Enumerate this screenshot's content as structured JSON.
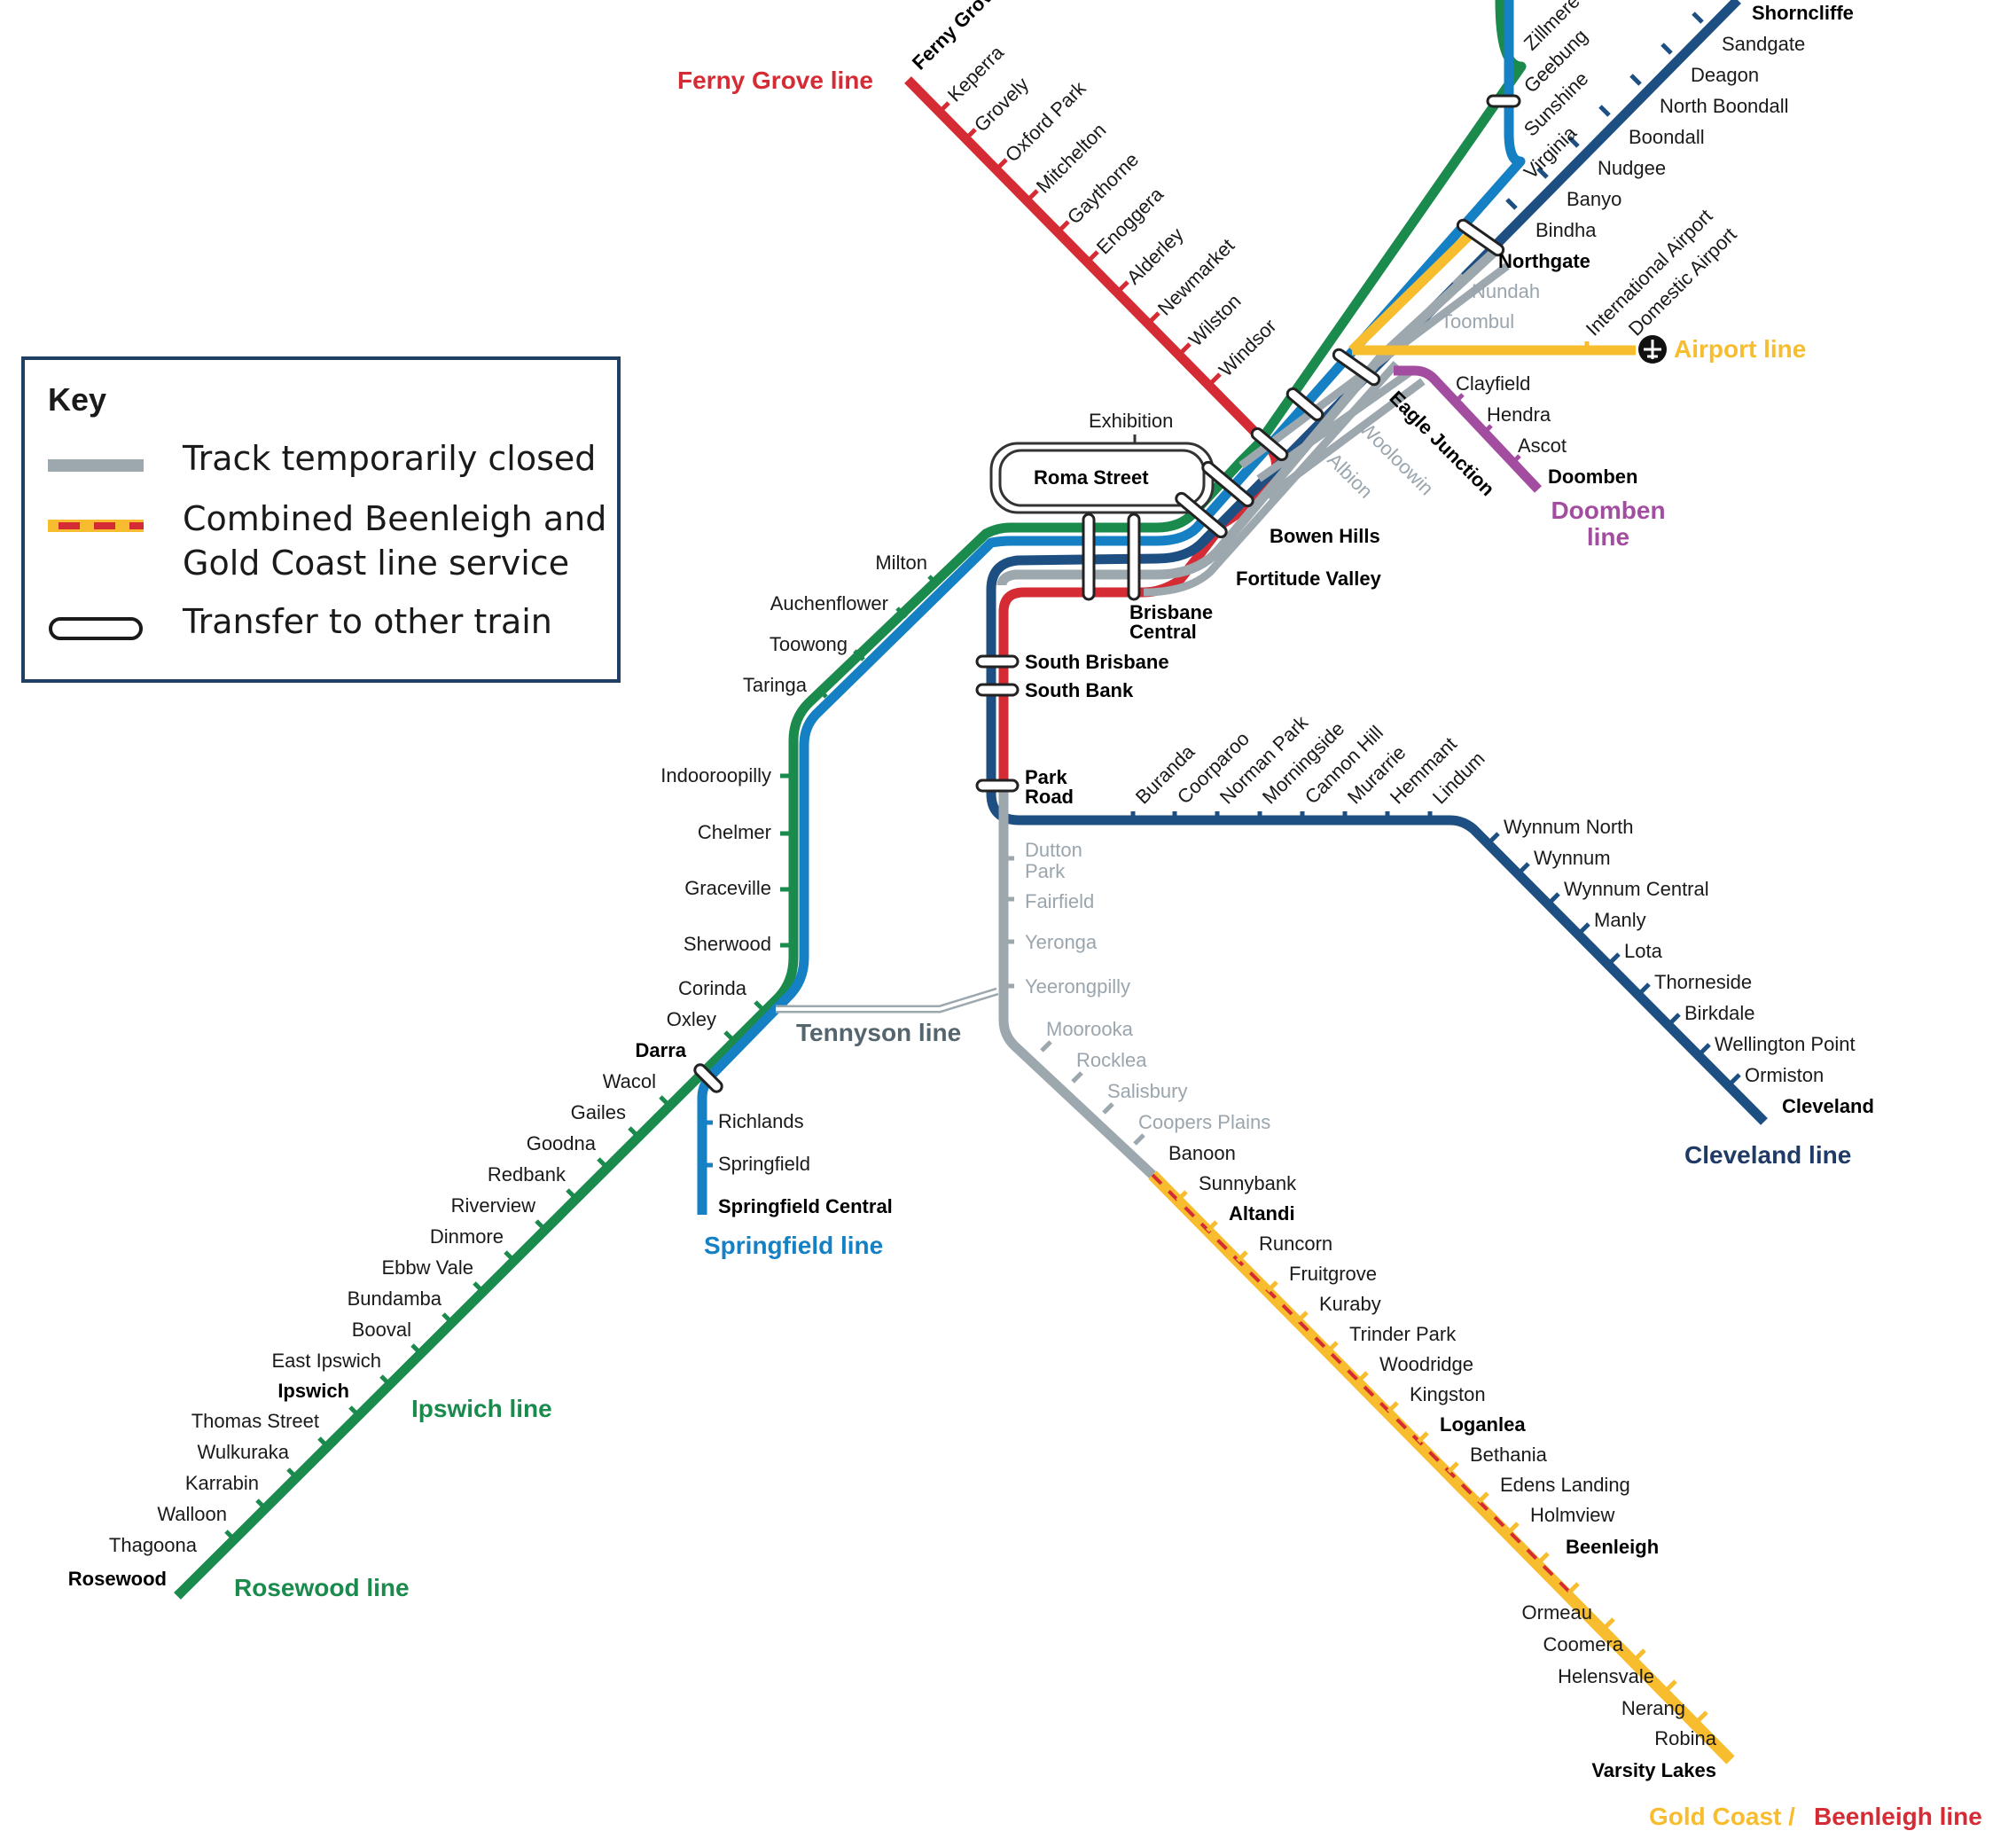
{
  "key": {
    "title": "Key",
    "closed": "Track temporarily closed",
    "combined_1": "Combined Beenleigh and",
    "combined_2": "Gold Coast line service",
    "transfer": "Transfer to other train"
  },
  "colors": {
    "ferny": "#d52b34",
    "ipswich": "#1b8a4d",
    "springfield": "#1580c4",
    "cleveland": "#1d4f82",
    "shorncliffe": "#1d4f82",
    "airport": "#f7bd2f",
    "doomben": "#a34da0",
    "closed": "#9ca7ae",
    "clevelandLabel": "#1f3a64"
  },
  "lines": {
    "ferny": "Ferny Grove line",
    "airport": "Airport line",
    "doomben_1": "Doomben",
    "doomben_2": "line",
    "cleveland": "Cleveland line",
    "tennyson": "Tennyson line",
    "springfield": "Springfield line",
    "ipswich": "Ipswich line",
    "rosewood": "Rosewood line",
    "goldcoast": "Gold Coast /",
    "beenleigh": "Beenleigh line"
  },
  "stations": {
    "ferny_grove": "Ferny Grove",
    "keperra": "Keperra",
    "grovely": "Grovely",
    "oxford_park": "Oxford Park",
    "mitchelton": "Mitchelton",
    "gaythorne": "Gaythorne",
    "enoggera": "Enoggera",
    "alderley": "Alderley",
    "newmarket": "Newmarket",
    "wilston": "Wilston",
    "windsor": "Windsor",
    "zillmere": "Zillmere",
    "geebung": "Geebung",
    "sunshine": "Sunshine",
    "virginia": "Virginia",
    "shorncliffe": "Shorncliffe",
    "sandgate": "Sandgate",
    "deagon": "Deagon",
    "north_boondall": "North Boondall",
    "boondall": "Boondall",
    "nudgee": "Nudgee",
    "banyo": "Banyo",
    "bindha": "Bindha",
    "northgate": "Northgate",
    "nundah": "Nundah",
    "toombul": "Toombul",
    "intl_airport": "International Airport",
    "dom_airport": "Domestic Airport",
    "eagle_junction": "Eagle Junction",
    "wooloowin": "Wooloowin",
    "albion": "Albion",
    "clayfield": "Clayfield",
    "hendra": "Hendra",
    "ascot": "Ascot",
    "doomben": "Doomben",
    "exhibition": "Exhibition",
    "roma_street": "Roma Street",
    "bowen_hills": "Bowen Hills",
    "fortitude_valley": "Fortitude Valley",
    "brisbane_central_1": "Brisbane",
    "brisbane_central_2": "Central",
    "milton": "Milton",
    "auchenflower": "Auchenflower",
    "toowong": "Toowong",
    "taringa": "Taringa",
    "indooroopilly": "Indooroopilly",
    "chelmer": "Chelmer",
    "graceville": "Graceville",
    "sherwood": "Sherwood",
    "corinda": "Corinda",
    "oxley": "Oxley",
    "darra": "Darra",
    "wacol": "Wacol",
    "gailes": "Gailes",
    "goodna": "Goodna",
    "redbank": "Redbank",
    "riverview": "Riverview",
    "dinmore": "Dinmore",
    "ebbw_vale": "Ebbw Vale",
    "bundamba": "Bundamba",
    "booval": "Booval",
    "east_ipswich": "East Ipswich",
    "ipswich": "Ipswich",
    "thomas_street": "Thomas Street",
    "wulkuraka": "Wulkuraka",
    "karrabin": "Karrabin",
    "walloon": "Walloon",
    "thagoona": "Thagoona",
    "rosewood": "Rosewood",
    "richlands": "Richlands",
    "springfield": "Springfield",
    "springfield_central": "Springfield Central",
    "south_brisbane": "South Brisbane",
    "south_bank": "South Bank",
    "park_road_1": "Park",
    "park_road_2": "Road",
    "buranda": "Buranda",
    "coorparoo": "Coorparoo",
    "norman_park": "Norman Park",
    "morningside": "Morningside",
    "cannon_hill": "Cannon Hill",
    "murarrie": "Murarrie",
    "hemmant": "Hemmant",
    "lindum": "Lindum",
    "wynnum_north": "Wynnum North",
    "wynnum": "Wynnum",
    "wynnum_central": "Wynnum Central",
    "manly": "Manly",
    "lota": "Lota",
    "thorneside": "Thorneside",
    "birkdale": "Birkdale",
    "wellington_point": "Wellington Point",
    "ormiston": "Ormiston",
    "cleveland": "Cleveland",
    "dutton_park_1": "Dutton",
    "dutton_park_2": "Park",
    "fairfield": "Fairfield",
    "yeronga": "Yeronga",
    "yeerongpilly": "Yeerongpilly",
    "moorooka": "Moorooka",
    "rocklea": "Rocklea",
    "salisbury": "Salisbury",
    "coopers_plains": "Coopers Plains",
    "banoon": "Banoon",
    "sunnybank": "Sunnybank",
    "altandi": "Altandi",
    "runcorn": "Runcorn",
    "fruitgrove": "Fruitgrove",
    "kuraby": "Kuraby",
    "trinder_park": "Trinder Park",
    "woodridge": "Woodridge",
    "kingston": "Kingston",
    "loganlea": "Loganlea",
    "bethania": "Bethania",
    "edens_landing": "Edens Landing",
    "holmview": "Holmview",
    "beenleigh": "Beenleigh",
    "ormeau": "Ormeau",
    "coomera": "Coomera",
    "helensvale": "Helensvale",
    "nerang": "Nerang",
    "robina": "Robina",
    "varsity_lakes": "Varsity Lakes"
  }
}
